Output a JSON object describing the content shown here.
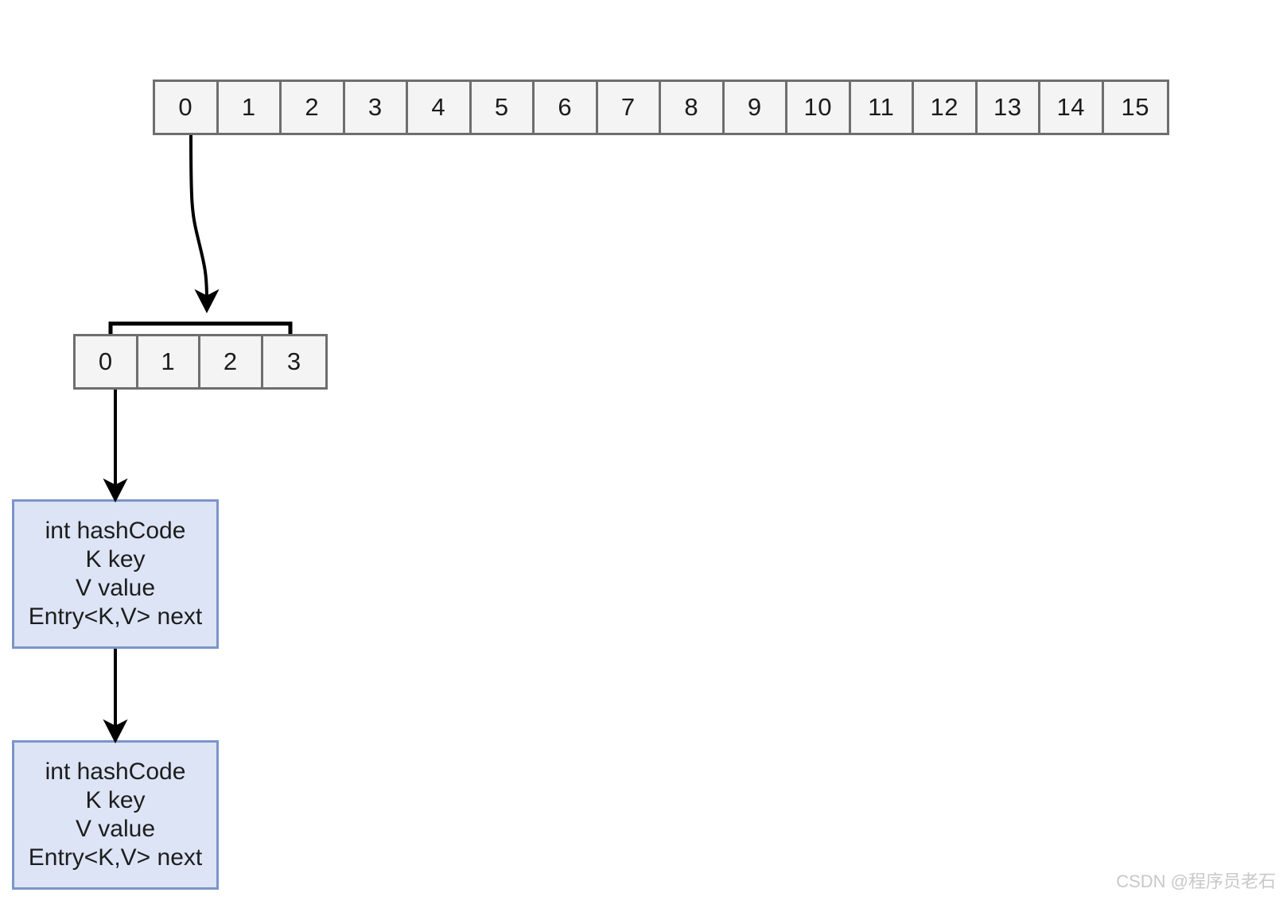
{
  "diagram": {
    "title": "HashMap bucket array with treeified bin and Entry linked list",
    "watermark": "CSDN @程序员老石",
    "colors": {
      "array_fill": "#f4f4f4",
      "array_border": "#6e6e6e",
      "entry_fill": "#dce4f5",
      "entry_border": "#7b95c9",
      "arrow": "#000000",
      "watermark": "#c8c8c8",
      "background": "#ffffff"
    }
  },
  "bucket_array": {
    "name": "hash bucket table",
    "cells": [
      "0",
      "1",
      "2",
      "3",
      "4",
      "5",
      "6",
      "7",
      "8",
      "9",
      "10",
      "11",
      "12",
      "13",
      "14",
      "15"
    ]
  },
  "tree_array": {
    "name": "sub array",
    "cells": [
      "0",
      "1",
      "2",
      "3"
    ]
  },
  "entry_nodes": [
    {
      "lines": [
        "int hashCode",
        "K key",
        "V value",
        "Entry<K,V> next"
      ]
    },
    {
      "lines": [
        "int hashCode",
        "K key",
        "V value",
        "Entry<K,V> next"
      ]
    }
  ],
  "connectors": [
    {
      "name": "bucket-0-to-sub-array",
      "from": "bucket_array cell 0",
      "to": "tree_array bracket"
    },
    {
      "name": "sub-array-0-to-entry-1",
      "from": "tree_array cell 0",
      "to": "entry node 1"
    },
    {
      "name": "entry-1-to-entry-2",
      "from": "entry node 1",
      "to": "entry node 2"
    }
  ]
}
